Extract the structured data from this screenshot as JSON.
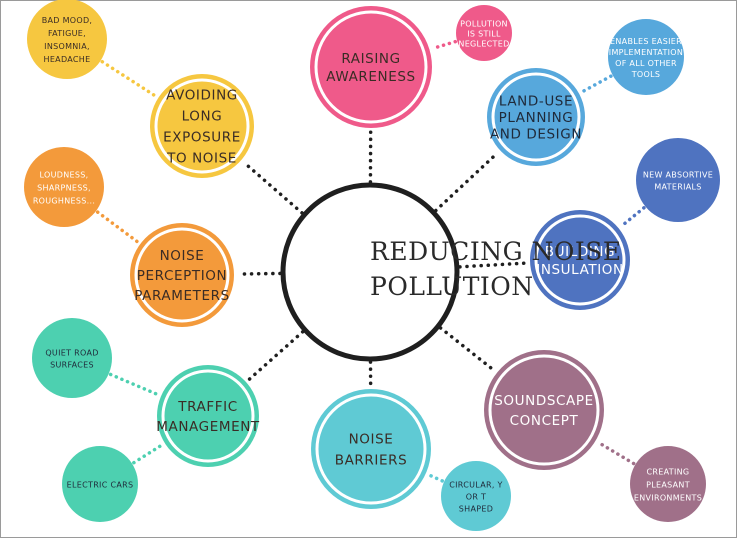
{
  "center": {
    "lines": [
      "REDUCING NOISE",
      "POLLUTION"
    ]
  },
  "main_topics": [
    {
      "id": "raising-awareness",
      "lines": [
        "RAISING",
        "AWARENESS"
      ],
      "color": "#ef5a8a"
    },
    {
      "id": "land-use",
      "lines": [
        "LAND-USE",
        "PLANNING",
        "AND DESIGN"
      ],
      "color": "#57a8dc"
    },
    {
      "id": "building-insulation",
      "lines": [
        "BUILDING",
        "INSULATION"
      ],
      "color": "#4f73c0"
    },
    {
      "id": "soundscape",
      "lines": [
        "SOUNDSCAPE",
        "CONCEPT"
      ],
      "color": "#a07089"
    },
    {
      "id": "noise-barriers",
      "lines": [
        "NOISE",
        "BARRIERS"
      ],
      "color": "#5fcad4"
    },
    {
      "id": "traffic-management",
      "lines": [
        "TRAFFIC",
        "MANAGEMENT"
      ],
      "color": "#4dd0b0"
    },
    {
      "id": "noise-perception",
      "lines": [
        "NOISE",
        "PERCEPTION",
        "PARAMETERS"
      ],
      "color": "#f39a3b"
    },
    {
      "id": "avoiding-exposure",
      "lines": [
        "AVOIDING",
        "LONG",
        "EXPOSURE",
        "TO NOISE"
      ],
      "color": "#f6c740"
    }
  ],
  "sub_notes": [
    {
      "id": "still-neglected",
      "lines": [
        "POLLUTION",
        "IS STILL",
        "NEGLECTED"
      ],
      "color": "#ef5a8a"
    },
    {
      "id": "easier-implementation",
      "lines": [
        "ENABLES EASIER",
        "IMPLEMENTATION",
        "OF ALL OTHER",
        "TOOLS"
      ],
      "color": "#57a8dc"
    },
    {
      "id": "absorptive-materials",
      "lines": [
        "NEW ABSORTIVE",
        "MATERIALS"
      ],
      "color": "#4f73c0"
    },
    {
      "id": "pleasant-environments",
      "lines": [
        "CREATING",
        "PLEASANT",
        "ENVIRONMENTS"
      ],
      "color": "#a07089"
    },
    {
      "id": "barrier-shapes",
      "lines": [
        "CIRCULAR, Y",
        "OR T",
        "SHAPED"
      ],
      "color": "#5fcad4"
    },
    {
      "id": "electric-cars",
      "lines": [
        "ELECTRIC CARS"
      ],
      "color": "#4dd0b0"
    },
    {
      "id": "quiet-road",
      "lines": [
        "QUIET ROAD",
        "SURFACES"
      ],
      "color": "#4dd0b0"
    },
    {
      "id": "loudness",
      "lines": [
        "LOUDNESS,",
        "SHARPNESS,",
        "ROUGHNESS..."
      ],
      "color": "#f39a3b"
    },
    {
      "id": "bad-mood",
      "lines": [
        "BAD MOOD,",
        "FATIGUE,",
        "INSOMNIA,",
        "HEADACHE"
      ],
      "color": "#f6c740"
    }
  ]
}
